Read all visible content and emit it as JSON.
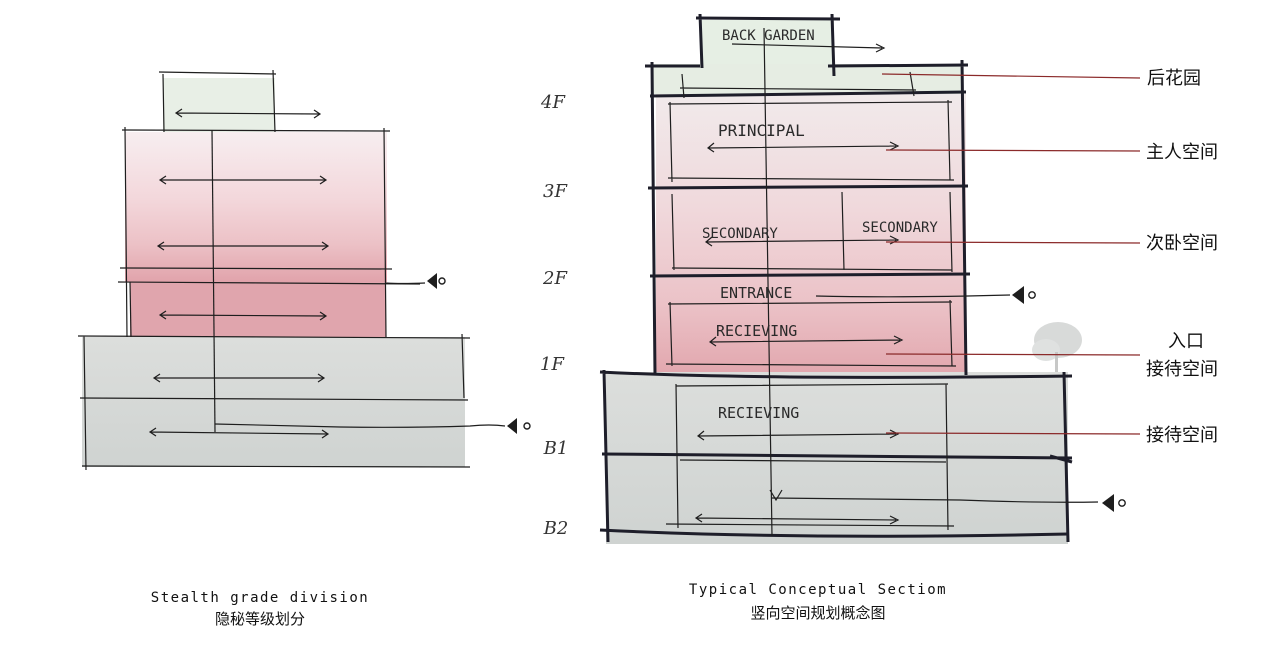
{
  "left_diagram": {
    "caption_en": "Stealth grade division",
    "caption_cn": "隐秘等级划分"
  },
  "right_diagram": {
    "caption_en": "Typical Conceptual Sectiom",
    "caption_cn": "竖向空间规划概念图",
    "floors": [
      "4F",
      "3F",
      "2F",
      "1F",
      "B1",
      "B2"
    ],
    "room_labels": {
      "back_garden": "BACK GARDEN",
      "principal": "PRINCIPAL",
      "secondary_left": "SECONDARY",
      "secondary_right": "SECONDARY",
      "entrance": "ENTRANCE",
      "receiving_upper": "RECIEVING",
      "receiving_lower": "RECIEVING"
    },
    "callouts": [
      {
        "lines": [
          "后花园"
        ]
      },
      {
        "lines": [
          "主人空间"
        ]
      },
      {
        "lines": [
          "次卧空间"
        ]
      },
      {
        "lines": [
          "入口",
          "接待空间"
        ]
      },
      {
        "lines": [
          "接待空间"
        ]
      }
    ]
  },
  "colors": {
    "garden_green": "#e6efe4",
    "private_pink": "#f3d6da",
    "deep_pink": "#e3a9b0",
    "service_gray": "#d9dcda",
    "leader_red": "#8b2a2a"
  },
  "icons": [
    "entry-arrow-icon",
    "tree-icon"
  ]
}
